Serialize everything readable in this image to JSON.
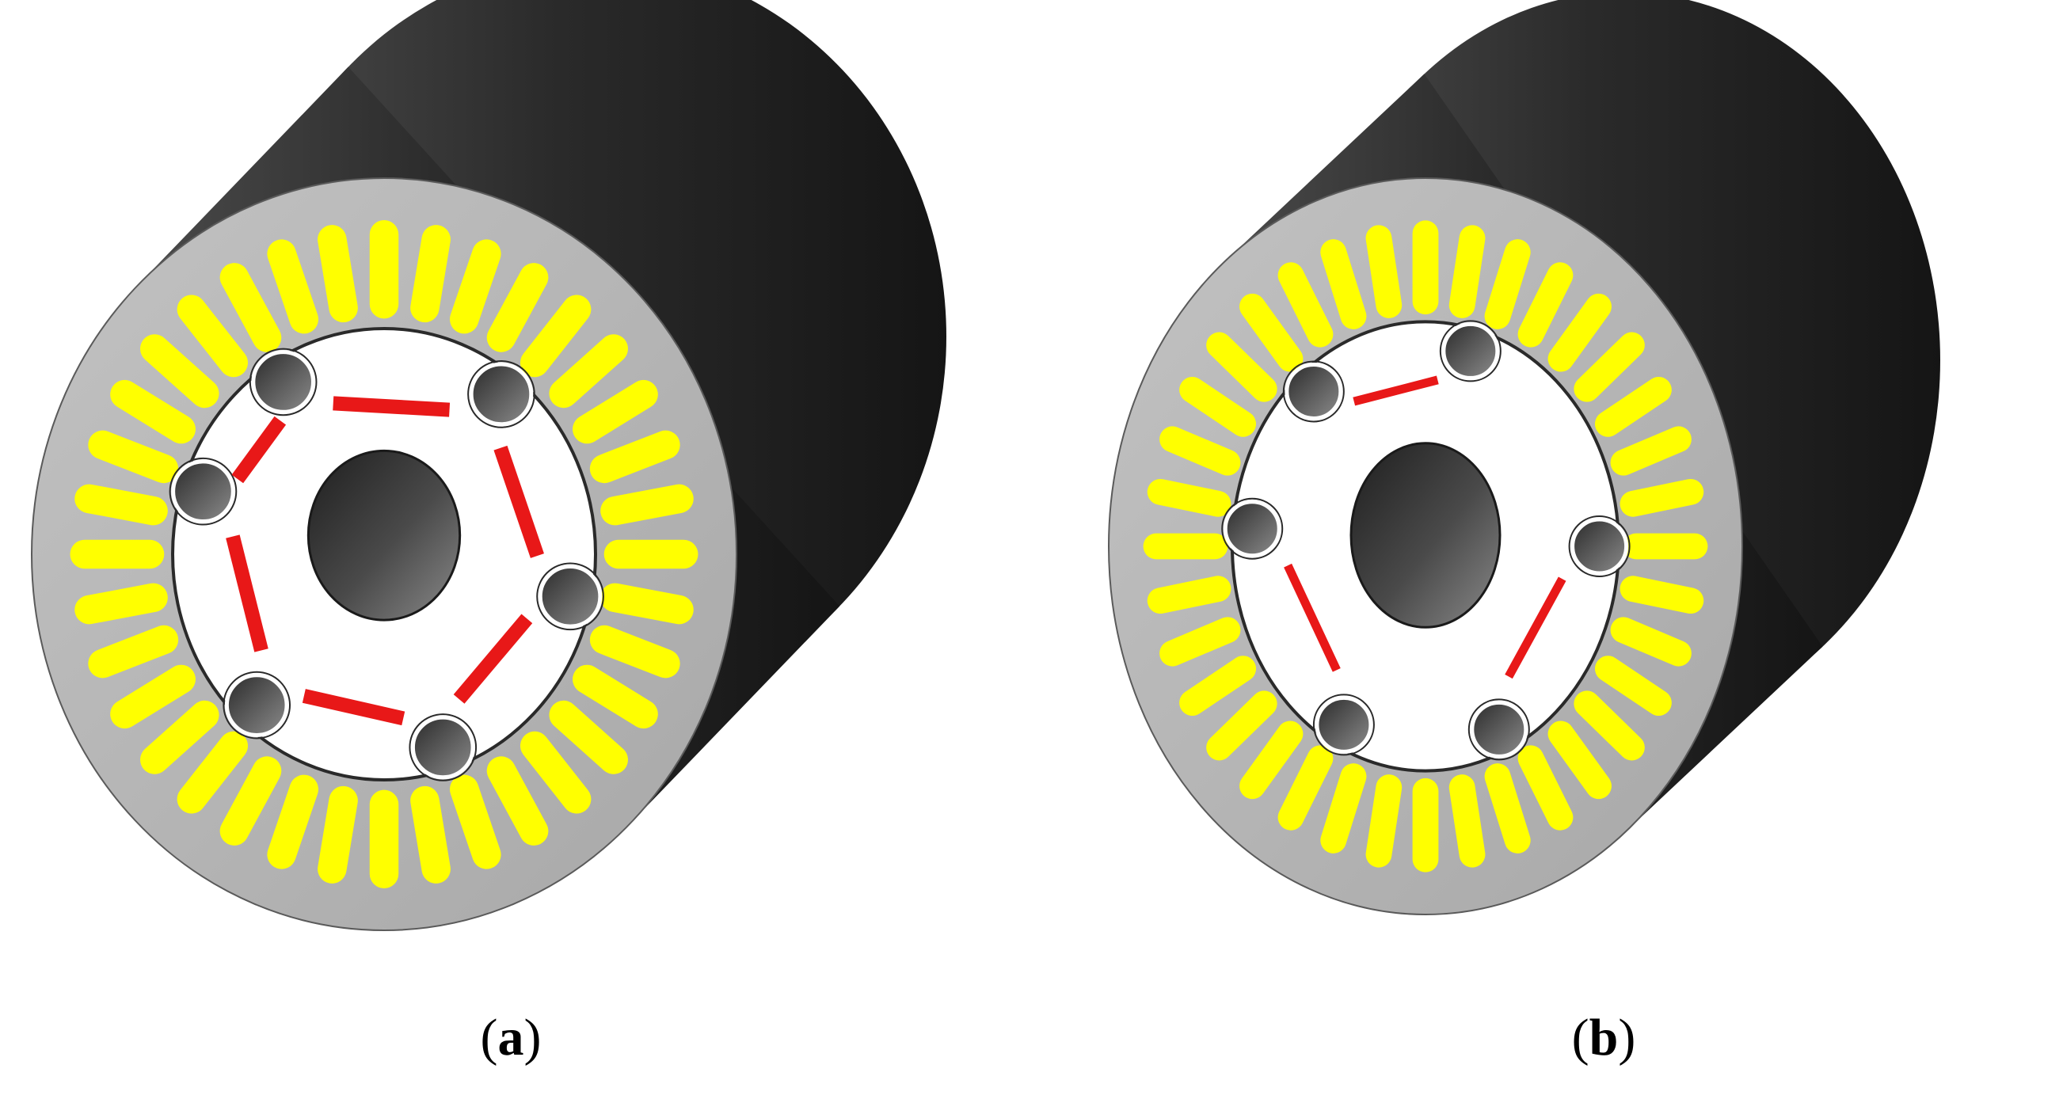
{
  "colors": {
    "housing_dark": "#222222",
    "stator_face": "#b5b5b5",
    "slot_fill": "#ffff00",
    "rotor_face": "#ffffff",
    "magnet": "#e81818",
    "bore": "#3a3a3a"
  },
  "panels": [
    {
      "id": "a",
      "caption_open": "(",
      "caption_letter": "a",
      "caption_close": ")",
      "stator_slots": 36,
      "rotor_notches": 6,
      "magnets": 6
    },
    {
      "id": "b",
      "caption_open": "(",
      "caption_letter": "b",
      "caption_close": ")",
      "stator_slots": 36,
      "rotor_notches": 6,
      "magnets": 3
    }
  ]
}
